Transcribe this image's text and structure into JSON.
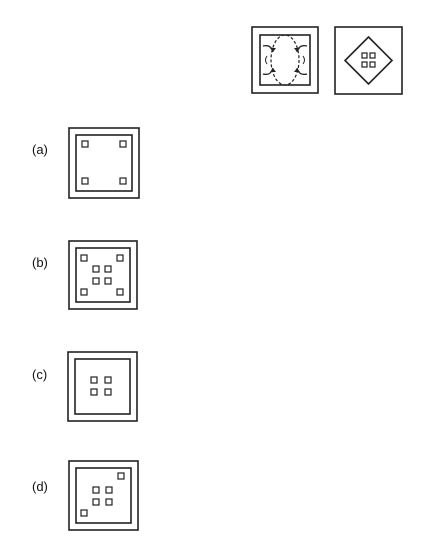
{
  "question": {
    "figures": [
      {
        "name": "folded-paper-figure",
        "description_icon": "folded-paper-punch-icon"
      },
      {
        "name": "punched-diamond-figure",
        "description_icon": "diamond-with-holes-icon"
      }
    ]
  },
  "options": [
    {
      "label": "(a)",
      "icon": "four-corner-holes-icon"
    },
    {
      "label": "(b)",
      "icon": "corner-and-center-holes-icon"
    },
    {
      "label": "(c)",
      "icon": "center-four-holes-icon"
    },
    {
      "label": "(d)",
      "icon": "two-corner-and-center-holes-icon"
    }
  ],
  "style": {
    "stroke": "#222222",
    "background": "#ffffff"
  }
}
